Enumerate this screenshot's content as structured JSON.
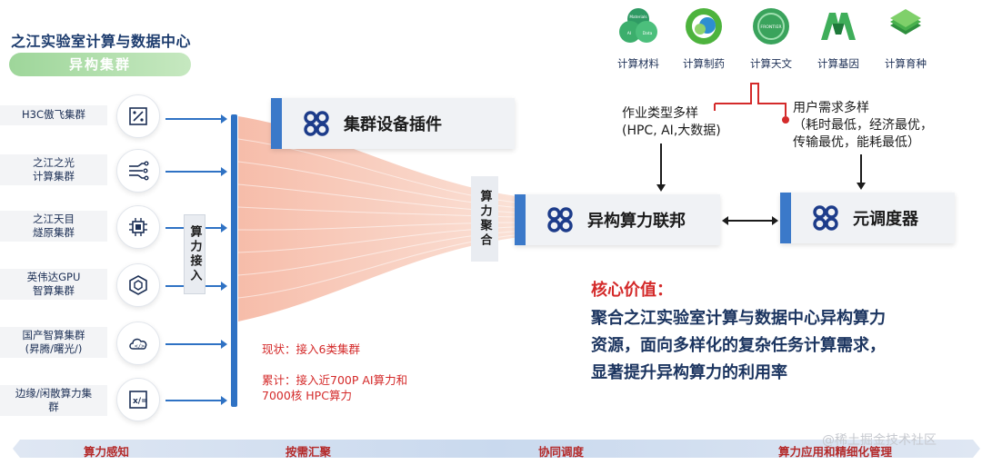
{
  "header": {
    "title": "之江实验室计算与数据中心",
    "subtitle": "异构集群"
  },
  "clusters": [
    {
      "label_lines": [
        "H3C傲飞集群"
      ],
      "icon": "percent-icon"
    },
    {
      "label_lines": [
        "之江之光",
        "计算集群"
      ],
      "icon": "circuit-icon"
    },
    {
      "label_lines": [
        "之江天目",
        "燧原集群"
      ],
      "icon": "chip-icon"
    },
    {
      "label_lines": [
        "英伟达GPU",
        "智算集群"
      ],
      "icon": "hexagon-network-icon"
    },
    {
      "label_lines": [
        "国产智算集群",
        "(昇腾/曙光/)"
      ],
      "icon": "cloud-code-icon"
    },
    {
      "label_lines": [
        "边缘/闲散算力集",
        "群"
      ],
      "icon": "formula-icon"
    }
  ],
  "compute_access_label": "算力接入",
  "aggregation_label": "算力聚合",
  "plugin_box": {
    "label": "集群设备插件",
    "icon": "clover-icon"
  },
  "federation_box": {
    "label": "异构算力联邦",
    "icon": "clover-icon"
  },
  "scheduler_box": {
    "label": "元调度器",
    "icon": "clover-icon"
  },
  "apps": [
    {
      "label": "计算材料",
      "icon": "materials-icon",
      "color": "#2f9a64",
      "badges": [
        "Materials",
        "AI",
        "Data"
      ]
    },
    {
      "label": "计算制药",
      "icon": "pharma-icon",
      "color": "#4db33d"
    },
    {
      "label": "计算天文",
      "icon": "astronomy-icon",
      "color": "#3aa35c",
      "badge": "FRONTIER"
    },
    {
      "label": "计算基因",
      "icon": "gene-icon",
      "color": "#3fae5a"
    },
    {
      "label": "计算育种",
      "icon": "breeding-icon",
      "color": "#48b04c"
    }
  ],
  "job_types": {
    "line1": "作业类型多样",
    "line2": "(HPC, AI,大数据)"
  },
  "user_needs": {
    "line1": "用户需求多样",
    "line2": "（耗时最低，经济最优，",
    "line3": "传输最优，能耗最低）"
  },
  "status_notes": {
    "current": "现状：接入6类集群",
    "cumulative_line1": "累计：接入近700P AI算力和",
    "cumulative_line2": "7000核 HPC算力"
  },
  "core_value": {
    "title": "核心价值：",
    "line1": "聚合之江实验室计算与数据中心异构算力",
    "line2": "资源，面向多样化的复杂任务计算需求，",
    "line3": "显著提升异构算力的利用率"
  },
  "stages": [
    "算力感知",
    "按需汇聚",
    "协同调度",
    "算力应用和精细化管理"
  ],
  "watermark": "@稀土掘金技术社区",
  "colors": {
    "accent_blue": "#2f72c4",
    "box_accent": "#3b79c9",
    "highlight_red": "#d42a2a",
    "title_navy": "#1d3c6e",
    "pill_green": "#9ed69a"
  }
}
